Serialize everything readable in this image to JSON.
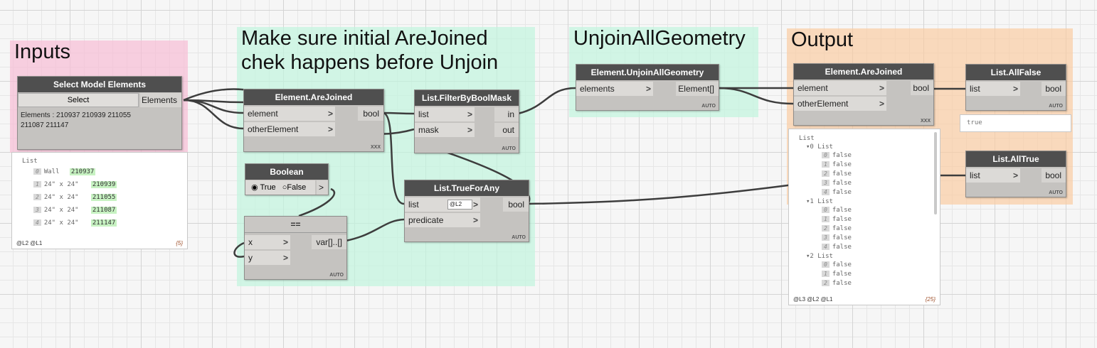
{
  "groups": {
    "inputs": "Inputs",
    "check": "Make sure initial AreJoined\nchek happens before Unjoin",
    "unjoin": "UnjoinAllGeometry",
    "output": "Output"
  },
  "select_node": {
    "title": "Select Model Elements",
    "button": "Select",
    "output": "Elements",
    "info": "Elements : 210937 210939 211055\n211087 211147"
  },
  "select_watch": {
    "root": "List",
    "items": [
      {
        "index": "0",
        "type": "Wall",
        "id": "210937"
      },
      {
        "index": "1",
        "type": "24\" x 24\"",
        "id": "210939"
      },
      {
        "index": "2",
        "type": "24\" x 24\"",
        "id": "211055"
      },
      {
        "index": "3",
        "type": "24\" x 24\"",
        "id": "211087"
      },
      {
        "index": "4",
        "type": "24\" x 24\"",
        "id": "211147"
      }
    ],
    "levels": "@L2 @L1",
    "count": "{5}"
  },
  "arejoined1": {
    "title": "Element.AreJoined",
    "in1": "element",
    "in2": "otherElement",
    "out": "bool",
    "footer": "XXX"
  },
  "filter": {
    "title": "List.FilterByBoolMask",
    "in1": "list",
    "in2": "mask",
    "out1": "in",
    "out2": "out",
    "footer": "AUTO"
  },
  "boolean": {
    "title": "Boolean",
    "opt_true": "True",
    "opt_false": "False",
    "out": ">"
  },
  "equals": {
    "title": "==",
    "in1": "x",
    "in2": "y",
    "out": "var[]..[]",
    "footer": "AUTO"
  },
  "trueforany": {
    "title": "List.TrueForAny",
    "in1": "list",
    "level": "@L2",
    "in2": "predicate",
    "out": "bool",
    "footer": "AUTO"
  },
  "unjoin": {
    "title": "Element.UnjoinAllGeometry",
    "in1": "elements",
    "out": "Element[]",
    "footer": "AUTO"
  },
  "arejoined2": {
    "title": "Element.AreJoined",
    "in1": "element",
    "in2": "otherElement",
    "out": "bool",
    "footer": "XXX"
  },
  "output_watch": {
    "root": "List",
    "groups": [
      {
        "label": "0 List",
        "items": [
          [
            "0",
            "false"
          ],
          [
            "1",
            "false"
          ],
          [
            "2",
            "false"
          ],
          [
            "3",
            "false"
          ],
          [
            "4",
            "false"
          ]
        ]
      },
      {
        "label": "1 List",
        "items": [
          [
            "0",
            "false"
          ],
          [
            "1",
            "false"
          ],
          [
            "2",
            "false"
          ],
          [
            "3",
            "false"
          ],
          [
            "4",
            "false"
          ]
        ]
      },
      {
        "label": "2 List",
        "items": [
          [
            "0",
            "false"
          ],
          [
            "1",
            "false"
          ],
          [
            "2",
            "false"
          ]
        ]
      }
    ],
    "levels": "@L3 @L2 @L1",
    "count": "{25}"
  },
  "allfalse": {
    "title": "List.AllFalse",
    "in1": "list",
    "out": "bool",
    "footer": "AUTO",
    "preview": "true"
  },
  "alltrue": {
    "title": "List.AllTrue",
    "in1": "list",
    "out": "bool",
    "footer": "AUTO"
  }
}
